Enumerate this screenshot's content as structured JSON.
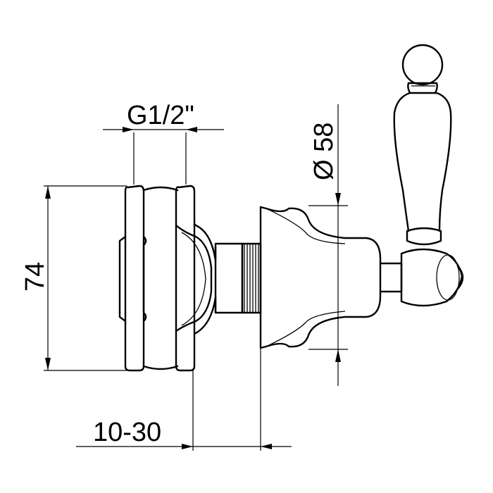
{
  "dimensions": {
    "thread": "G1/2\"",
    "height": "74",
    "diameter": "Ø 58",
    "adjust_range": "10-30"
  }
}
